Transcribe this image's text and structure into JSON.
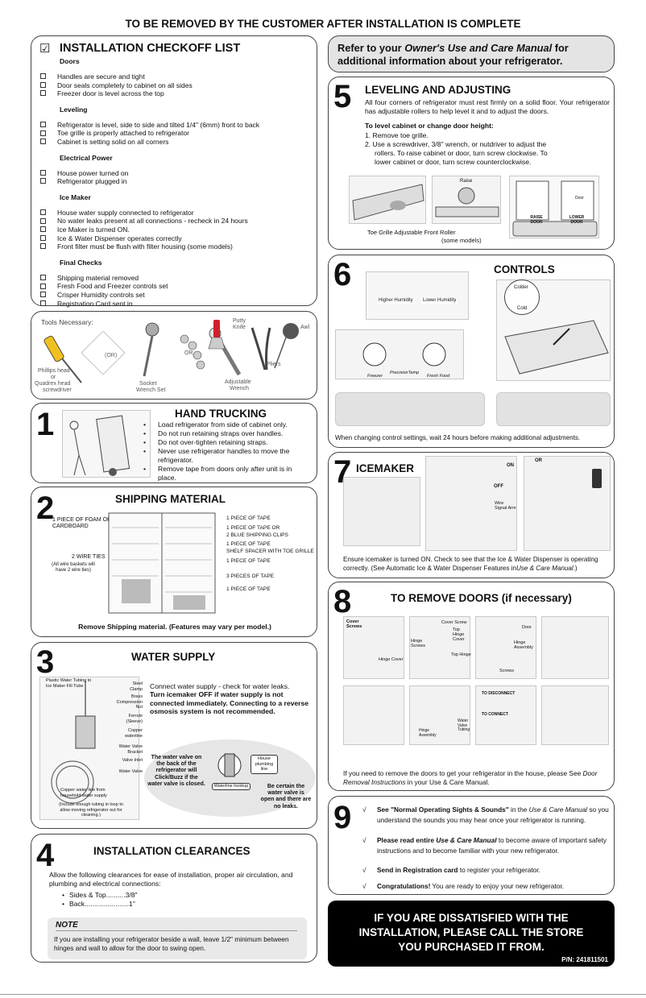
{
  "banner": "TO BE REMOVED BY THE CUSTOMER AFTER INSTALLATION IS COMPLETE",
  "checklist": {
    "check_glyph": "☑",
    "title": "INSTALLATION CHECKOFF LIST",
    "sections": [
      {
        "heading": "Doors",
        "items": [
          "Handles are secure and tight",
          "Door seals completely to cabinet on all sides",
          "Freezer door is level across the top"
        ]
      },
      {
        "heading": "Leveling",
        "items": [
          "Refrigerator is level, side to side and tilted 1/4\" (6mm) front to back",
          "Toe grille is properly attached to refrigerator",
          "Cabinet is setting solid on all corners"
        ]
      },
      {
        "heading": "Electrical Power",
        "items": [
          "House power turned on",
          "Refrigerator plugged in"
        ]
      },
      {
        "heading": "Ice Maker",
        "items": [
          "House water supply connected to refrigerator",
          "No water leaks present at all connections - recheck in 24 hours",
          "Ice Maker is turned ON.",
          "Ice & Water Dispenser operates correctly",
          "Front filter must be flush with filter housing (some models)"
        ]
      },
      {
        "heading": "Final Checks",
        "items": [
          "Shipping material removed",
          "Fresh Food and Freezer controls set",
          "Crisper Humidity controls set",
          "Registration Card sent in"
        ]
      }
    ]
  },
  "tools": {
    "title": "Tools Necessary:",
    "labels": {
      "phillips": "Phillips head",
      "or1": "or",
      "quadrex": "Quadrex head",
      "screwdriver": "screwdriver",
      "or2": "OR",
      "socket": "Socket",
      "socket2": "Wrench Set",
      "or3": "OR",
      "putty": "Putty",
      "putty2": "Knife",
      "adjustable": "Adjustable",
      "adjustable2": "Wrench",
      "pliers": "Pliers",
      "awl": "Awl"
    }
  },
  "step1": {
    "num": "1",
    "title": "HAND TRUCKING",
    "bullets": [
      "Load refrigerator from side of cabinet only.",
      "Do not run retaining straps over handles.",
      "Do not over-tighten retaining straps.",
      "Never use refrigerator handles to move the refrigerator.",
      "Remove tape from doors only after unit is in place."
    ]
  },
  "step2": {
    "num": "2",
    "title": "SHIPPING MATERIAL",
    "left_labels": {
      "foam": "1 PIECE OF FOAM OR CARDBOARD",
      "ties": "2 WIRE TIES",
      "ties_note": "(All wire baskets will have 2 wire ties)"
    },
    "right_labels": [
      "1 PIECE OF TAPE",
      "1 PIECE OF TAPE OR",
      "2 BLUE SHIPPING CLIPS",
      "1 PIECE OF TAPE",
      "SHELF SPACER WITH TOE GRILLE",
      "1 PIECE OF TAPE",
      "3 PIECES OF TAPE",
      "1 PIECE OF TAPE"
    ],
    "caption": "Remove Shipping material. (Features may vary per model.)"
  },
  "step3": {
    "num": "3",
    "title": "WATER SUPPLY",
    "diagram_labels": {
      "tubing": "Plastic Water Tubing to Ice Maker Fill Tube",
      "clamp": "Steel Clamp",
      "brass": "Brass Compression Nut",
      "ferrule": "Ferrule (Sleeve)",
      "copper": "Copper waterline",
      "bracket": "Water Valve Bracket",
      "inlet": "Valve Inlet",
      "valve": "Water Valve",
      "copper_line": "Copper water line from household water supply",
      "loop": "(Include enough tubing in loop to allow moving refrigerator out for cleaning.)"
    },
    "text_plain": "Connect water supply - check for water leaks.",
    "text_bold": "Turn icemaker OFF if water supply is not connected immediately. Connecting to a reverse osmosis system is not recommended.",
    "bubble_left": "The water valve on the back of the refrigerator will Click/Buzz if the water valve is closed.",
    "bubble_right": "Be certain the water valve is open and there are no leaks.",
    "tag_house": "House plumbing line",
    "tag_hookup": "Waterline hookup"
  },
  "step4": {
    "num": "4",
    "title": "INSTALLATION CLEARANCES",
    "intro": "Allow the following clearances for ease of installation, proper air circulation, and plumbing and electrical connections:",
    "items": [
      "Sides & Top..........3/8\"",
      "Back.......................1\""
    ],
    "note_label": "NOTE",
    "note_text": "If you are installing your refrigerator beside a wall, leave 1/2\" minimum between hinges and wall to allow for the door to swing open."
  },
  "refer": {
    "pre": "Refer to your ",
    "italic": "Owner's Use and Care Manual",
    "post": " for additional information about your refrigerator."
  },
  "step5": {
    "num": "5",
    "title": "LEVELING AND ADJUSTING",
    "intro": "All four corners of refrigerator must rest firmly on a solid floor. Your refrigerator has adjustable rollers to help level it and to adjust the doors.",
    "sub": "To level cabinet or change door height:",
    "steps": [
      "1.  Remove toe grille.",
      "2.  Use a screwdriver, 3/8\" wrench, or nutdriver to adjust the",
      "rollers. To raise cabinet or door, turn screw clockwise. To",
      "lower cabinet or door, turn screw counterclockwise."
    ],
    "cap1": "Toe Grille Adjustable Front Roller",
    "cap2": "(some models)",
    "raise": "Raise",
    "raise_door": "RAISE DOOR",
    "lower_door": "LOWER DOOR",
    "door": "Door"
  },
  "step6": {
    "num": "6",
    "title": "CONTROLS",
    "higher": "Higher Humidity",
    "lower": "Lower Humidity",
    "colder": "Colder",
    "cold": "Cold",
    "freezer": "Freezer",
    "fresh": "Fresh Food",
    "precision": "PrecisionTemp",
    "caption": "When changing control settings, wait 24 hours before making additional adjustments."
  },
  "step7": {
    "num": "7",
    "title": "ICEMAKER",
    "on": "ON",
    "off": "OFF",
    "or": "OR",
    "arm": "Wire Signal Arm",
    "caption_pre": "Ensure icemaker is turned ON. Check to see that the Ice & Water Dispenser is operating correctly. (See Automatic Ice & Water Dispenser Features in",
    "caption_it": "Use & Care Manual",
    "caption_post": ".)"
  },
  "step8": {
    "num": "8",
    "title": "TO REMOVE DOORS (if necessary)",
    "labels": {
      "cover": "Cover Screws",
      "hinge_cover": "Hinge Cover",
      "cover_screw": "Cover Screw",
      "top_hinge": "Top Hinge Cover",
      "hinge_screws": "Hinge Screws",
      "top_hinge2": "Top Hinge",
      "door": "Door",
      "hinge_assembly": "Hinge Assembly",
      "screws": "Screws",
      "water": "Water Valve Tubing",
      "disconnect": "TO DISCONNECT",
      "connect": "TO CONNECT",
      "hinge_asm": "Hinge Assembly"
    },
    "text_pre": "If you need to remove the doors to get your refrigerator in the house, please See ",
    "text_it": "Door Removal Instructions",
    "text_post": " in your Use & Care Manual."
  },
  "step9": {
    "num": "9",
    "check": "√",
    "rows": [
      {
        "bold": "See \"Normal Operating Sights & Sounds\"",
        "mid": " in the ",
        "it": "Use & Care Manual",
        "rest": " so you understand the sounds you may hear once your refrigerator is running."
      },
      {
        "bold": "Please read entire ",
        "mid": "",
        "it": "Use & Care Manual",
        "rest": " to become aware of important safety instructions and to become familiar with your new refrigerator."
      },
      {
        "bold": "Send in Registration card",
        "mid": "",
        "it": "",
        "rest": " to register your refrigerator."
      },
      {
        "bold": "Congratulations!",
        "mid": "",
        "it": "",
        "rest": " You are ready to enjoy your new refrigerator."
      }
    ]
  },
  "footer": {
    "line1": "IF YOU ARE DISSATISFIED WITH THE",
    "line2": "INSTALLATION, PLEASE CALL THE STORE",
    "line3": "YOU PURCHASED IT FROM.",
    "pn": "P/N: 241811501"
  }
}
